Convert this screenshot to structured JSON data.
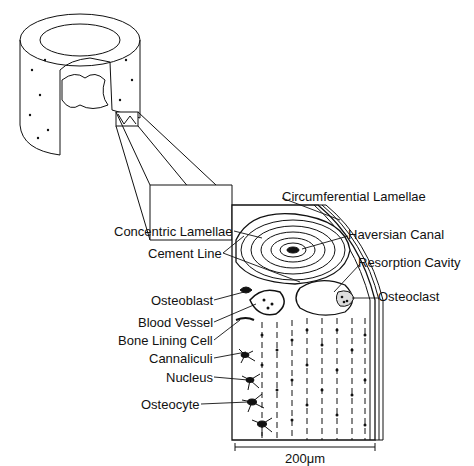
{
  "diagram": {
    "labels": [
      "Circumferential Lamellae",
      "Concentric Lamellae",
      "Haversian Canal",
      "Cement Line",
      "Resorption Cavity",
      "Osteoblast",
      "Osteoclast",
      "Blood Vessel",
      "Bone Lining Cell",
      "Cannaliculi",
      "Nucleus",
      "Osteocyte",
      "200μm"
    ]
  }
}
